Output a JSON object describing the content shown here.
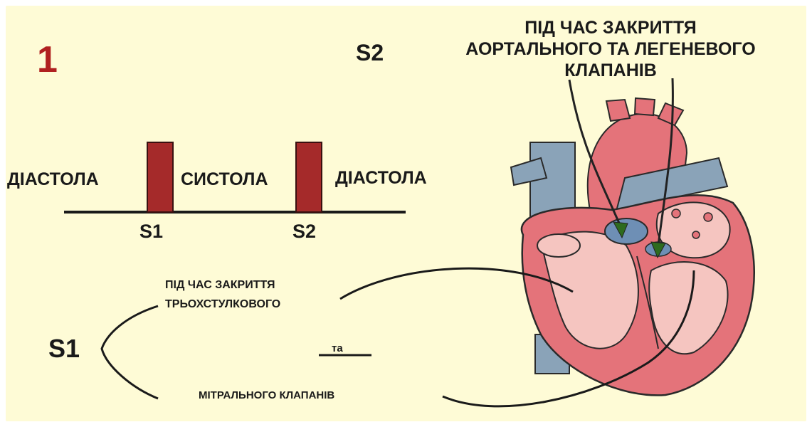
{
  "panel_number": "1",
  "s2_label": "S2",
  "s2_callout": [
    "ПІД ЧАС ЗАКРИТТЯ",
    "АОРТАЛЬНОГО ТА ЛЕГЕНЕВОГО",
    "КЛАПАНІВ"
  ],
  "phases": {
    "diastole_left": "ДІАСТОЛА",
    "systole": "СИСТОЛА",
    "diastole_right": "ДІАСТОЛА"
  },
  "timeline_labels": {
    "s1": "S1",
    "s2": "S2"
  },
  "s1_label": "S1",
  "s1_callout": {
    "line1": "ПІД ЧАС ЗАКРИТТЯ",
    "line2": "ТРЬОХСТУЛКОВОГО",
    "conjunction": "та",
    "line3": "МІТРАЛЬНОГО  КЛАПАНІВ"
  },
  "colors": {
    "background": "#fefbd6",
    "number": "#b02020",
    "sound_bar": "#a52a2a",
    "heart_muscle": "#e4737a",
    "heart_inner": "#f5c5c0",
    "vessel_blue": "#8aa3b8",
    "valve_blue": "#6e8fb5"
  }
}
